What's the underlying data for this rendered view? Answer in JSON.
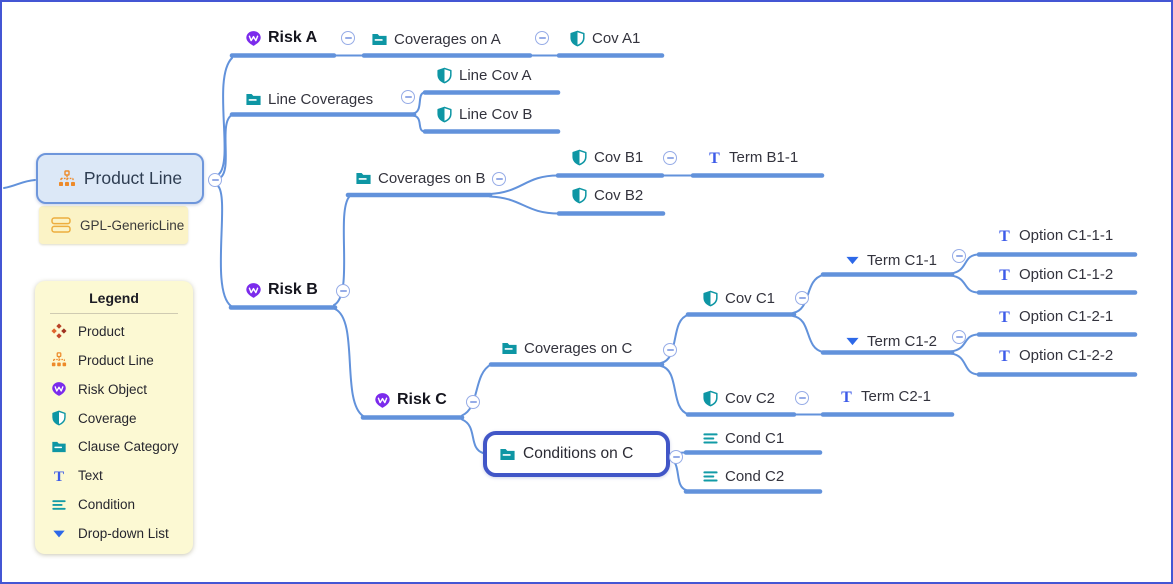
{
  "palette": {
    "branch_line": "#6292DB",
    "canvas_border": "#4456D4",
    "selection_border": "#4156C7",
    "collapse_icon": "#96ACE7",
    "teal": "#0E96A4",
    "purple": "#7B2BEC",
    "orange": "#ED8A2A",
    "text_blue": "#3D5BE8",
    "dropdown_blue": "#2D68E8",
    "node_fill": "#DCE8F7",
    "node_border": "#6E96DB",
    "tag_fill": "#FBF3C6",
    "legend_fill": "#FCF9D3"
  },
  "root": {
    "label": "Product Line",
    "icon": "product-line-icon",
    "has_collapse": true,
    "tag": {
      "label": "GPL-GenericLine",
      "icon": "tag-icon"
    }
  },
  "nodes": [
    {
      "id": "risk-a",
      "label": "Risk A",
      "icon": "risk-object-icon",
      "bold": true,
      "has_collapse": true
    },
    {
      "id": "coverages-on-a",
      "label": "Coverages on A",
      "icon": "clause-category-icon",
      "has_collapse": true
    },
    {
      "id": "cov-a1",
      "label": "Cov A1",
      "icon": "coverage-icon"
    },
    {
      "id": "line-coverages",
      "label": "Line Coverages",
      "icon": "clause-category-icon",
      "has_collapse": true
    },
    {
      "id": "line-cov-a",
      "label": "Line Cov A",
      "icon": "coverage-icon"
    },
    {
      "id": "line-cov-b",
      "label": "Line Cov B",
      "icon": "coverage-icon"
    },
    {
      "id": "risk-b",
      "label": "Risk B",
      "icon": "risk-object-icon",
      "bold": true,
      "has_collapse": true
    },
    {
      "id": "coverages-on-b",
      "label": "Coverages on B",
      "icon": "clause-category-icon",
      "has_collapse": true
    },
    {
      "id": "cov-b1",
      "label": "Cov B1",
      "icon": "coverage-icon",
      "has_collapse": true
    },
    {
      "id": "term-b1-1",
      "label": "Term B1-1",
      "icon": "text-icon"
    },
    {
      "id": "cov-b2",
      "label": "Cov B2",
      "icon": "coverage-icon"
    },
    {
      "id": "risk-c",
      "label": "Risk C",
      "icon": "risk-object-icon",
      "bold": true,
      "has_collapse": true
    },
    {
      "id": "coverages-on-c",
      "label": "Coverages on C",
      "icon": "clause-category-icon",
      "has_collapse": true
    },
    {
      "id": "cov-c1",
      "label": "Cov C1",
      "icon": "coverage-icon",
      "has_collapse": true
    },
    {
      "id": "term-c1-1",
      "label": "Term C1-1",
      "icon": "dropdown-icon",
      "has_collapse": true
    },
    {
      "id": "option-c1-1-1",
      "label": "Option C1-1-1",
      "icon": "text-icon"
    },
    {
      "id": "option-c1-1-2",
      "label": "Option C1-1-2",
      "icon": "text-icon"
    },
    {
      "id": "term-c1-2",
      "label": "Term C1-2",
      "icon": "dropdown-icon",
      "has_collapse": true
    },
    {
      "id": "option-c1-2-1",
      "label": "Option C1-2-1",
      "icon": "text-icon"
    },
    {
      "id": "option-c1-2-2",
      "label": "Option C1-2-2",
      "icon": "text-icon"
    },
    {
      "id": "cov-c2",
      "label": "Cov C2",
      "icon": "coverage-icon",
      "has_collapse": true
    },
    {
      "id": "term-c2-1",
      "label": "Term C2-1",
      "icon": "text-icon"
    },
    {
      "id": "conditions-on-c",
      "label": "Conditions on C",
      "icon": "clause-category-icon",
      "selected": true,
      "has_collapse": true
    },
    {
      "id": "cond-c1",
      "label": "Cond C1",
      "icon": "condition-icon"
    },
    {
      "id": "cond-c2",
      "label": "Cond C2",
      "icon": "condition-icon"
    }
  ],
  "legend": {
    "title": "Legend",
    "items": [
      {
        "icon": "product-icon",
        "label": "Product"
      },
      {
        "icon": "product-line-icon",
        "label": "Product Line"
      },
      {
        "icon": "risk-object-icon",
        "label": "Risk Object"
      },
      {
        "icon": "coverage-icon",
        "label": "Coverage"
      },
      {
        "icon": "clause-category-icon",
        "label": "Clause Category"
      },
      {
        "icon": "text-icon",
        "label": "Text"
      },
      {
        "icon": "condition-icon",
        "label": "Condition"
      },
      {
        "icon": "dropdown-icon",
        "label": "Drop-down List"
      }
    ]
  }
}
